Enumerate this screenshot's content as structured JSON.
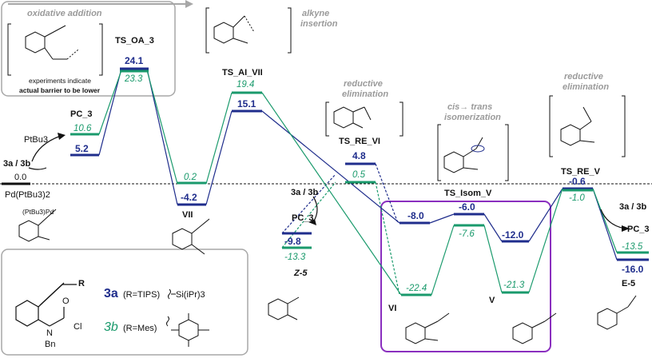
{
  "colors": {
    "blue": "#1f2d8c",
    "green": "#1a9a6c",
    "purple": "#8a2fbf",
    "grey": "#a7a7a7",
    "black": "#111111"
  },
  "labels": {
    "ts_oa3": "TS_OA_3",
    "ts_ai7": "TS_AI_VII",
    "ts_re6": "TS_RE_VI",
    "ts_isom5": "TS_Isom_V",
    "ts_re5": "TS_RE_V",
    "pc3_left": "PC_3",
    "pc3_mid": "PC_3",
    "pc3_right": "PC_3",
    "vii": "VII",
    "vi": "VI",
    "v": "V",
    "z5": "Z-5",
    "e5": "E-5",
    "pd": "Pd(PtBu3)2",
    "ptbu3": "PtBu3",
    "reagent_left": "3a / 3b",
    "reagent_mid": "3a / 3b",
    "reagent_right": "3a / 3b",
    "pd_ligand_frag": "(PtBu3)Pd",
    "oa_header": "oxidative addition",
    "oa_note1": "experiments indicate",
    "oa_note2": "actual barrier to be lower",
    "ai_header1": "alkyne",
    "ai_header2": "insertion",
    "re1_header1": "reductive",
    "re1_header2": "elimination",
    "isom_header1": "cis→ trans",
    "isom_header2": "isomerization",
    "re2_header1": "reductive",
    "re2_header2": "elimination",
    "legend_3a": "3a",
    "legend_3a_desc": "(R=TIPS)",
    "legend_3a_group": "Si(iPr)3",
    "legend_3b": "3b",
    "legend_3b_desc": "(R=Mes)",
    "legend_R": "R",
    "legend_N": "N",
    "legend_Bn": "Bn",
    "legend_Cl": "Cl",
    "legend_O": "O"
  },
  "energies_blue": {
    "pd": "0.0",
    "pc3": "5.2",
    "ts_oa3": "24.1",
    "vii": "-4.2",
    "ts_ai7": "15.1",
    "pc3_mid": "-9.8",
    "ts_re6": "4.8",
    "vi": "-8.0",
    "ts_isom5": "-6.0",
    "v": "-12.0",
    "ts_re5": "-0.6",
    "e5": "-16.0"
  },
  "energies_green": {
    "pc3": "10.6",
    "ts_oa3": "23.3",
    "vii": "0.2",
    "ts_ai7": "19.4",
    "z5": "-13.3",
    "ts_re6": "0.5",
    "vi": "-22.4",
    "ts_isom5": "-7.6",
    "v": "-21.3",
    "ts_re5": "-1.0",
    "e5": "-13.5"
  }
}
